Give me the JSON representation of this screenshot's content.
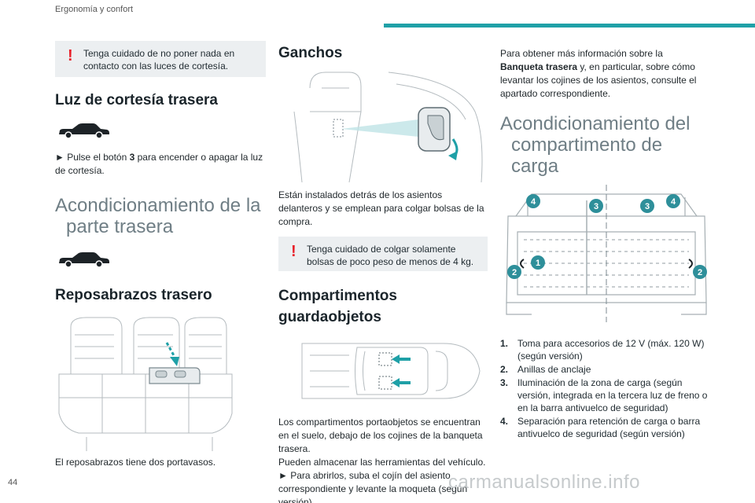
{
  "header": {
    "section": "Ergonomía y confort"
  },
  "page_number": "44",
  "watermark": "carmanualsonline.info",
  "col1": {
    "warning1": "Tenga cuidado de no poner nada en contacto con las luces de cortesía.",
    "h_rear_light": "Luz de cortesía trasera",
    "p_rear_light": {
      "prefix": "► Pulse el botón ",
      "bold": "3",
      "suffix": " para encender o apagar la luz de cortesía."
    },
    "h_rear_fit_line1": "Acondicionamiento de la",
    "h_rear_fit_line2": "parte trasera",
    "h_armrest": "Reposabrazos trasero",
    "p_armrest": "El reposabrazos tiene dos portavasos."
  },
  "col2": {
    "h_hooks": "Ganchos",
    "p_hooks": "Están instalados detrás de los asientos delanteros y se emplean para colgar bolsas de la compra.",
    "warning2": "Tenga cuidado de colgar solamente bolsas de poco peso de menos de 4 kg.",
    "h_compart_line1": "Compartimentos",
    "h_compart_line2": "guardaobjetos",
    "p_compart1": "Los compartimentos portaobjetos se encuentran en el suelo, debajo de los cojines de la banqueta trasera.",
    "p_compart2": "Pueden almacenar las herramientas del vehículo.",
    "p_compart3": "► Para abrirlos, suba el cojín del asiento correspondiente y levante la moqueta (según versión)."
  },
  "col3": {
    "p_info": {
      "prefix": "Para obtener más información sobre la ",
      "bold": "Banqueta trasera",
      "suffix": " y, en particular, sobre cómo levantar los cojines de los asientos, consulte el apartado correspondiente."
    },
    "h_cargo_line1": "Acondicionamiento del",
    "h_cargo_line2": "compartimento de carga",
    "callouts": [
      "1",
      "2",
      "3",
      "4"
    ],
    "list": [
      {
        "num": "1.",
        "text": "Toma para accesorios de 12 V (máx. 120 W) (según versión)"
      },
      {
        "num": "2.",
        "text": "Anillas de anclaje"
      },
      {
        "num": "3.",
        "text": "Iluminación de la zona de carga (según versión, integrada en la tercera luz de freno o en la barra antivuelco de seguridad)"
      },
      {
        "num": "4.",
        "text": "Separación para retención de carga o barra antivuelco de seguridad (según versión)"
      }
    ]
  },
  "icons": {
    "warning": "exclamation-warning-icon",
    "car": "car-silhouette-icon"
  },
  "colors": {
    "accent": "#1fa0a7",
    "warning_red": "#e8202a",
    "heading_light": "#6f7e85",
    "callout": "#2e8f9a"
  }
}
